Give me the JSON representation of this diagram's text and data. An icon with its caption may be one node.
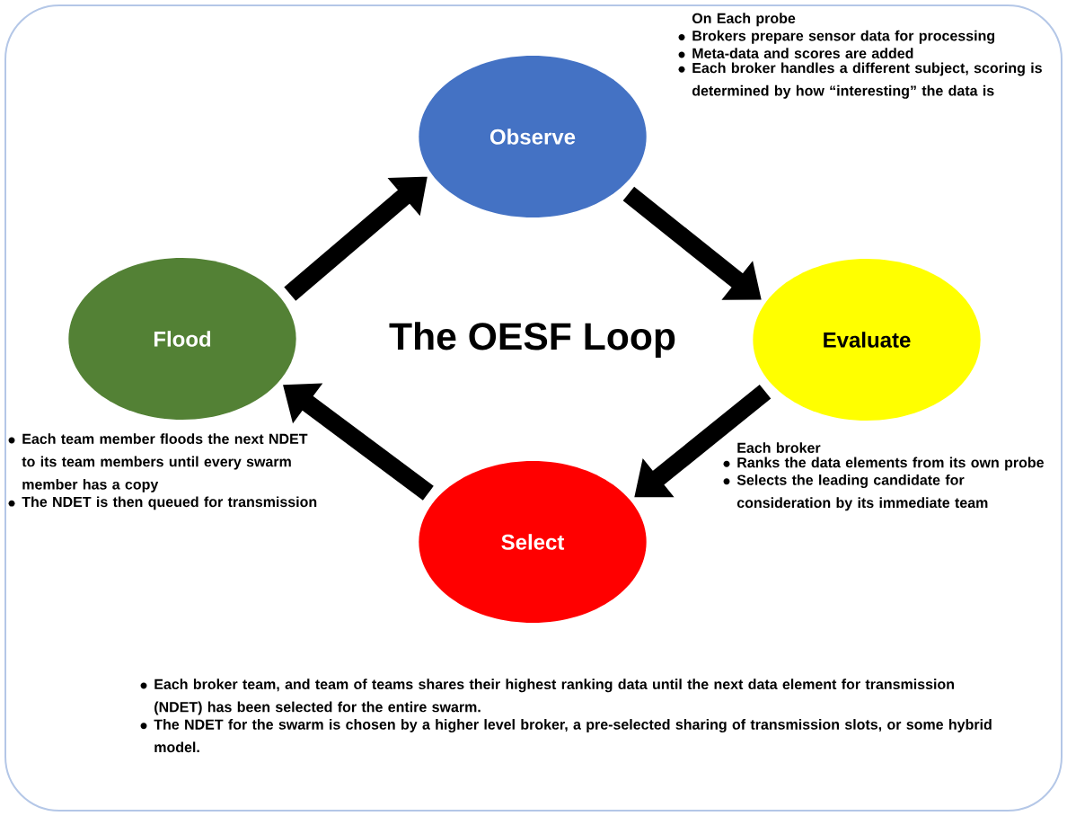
{
  "diagram": {
    "title": "The OESF Loop",
    "nodes": [
      {
        "text": [
          "Observe"
        ],
        "beside": [
          "On Each probe",
          "Brokers prepare sensor data for processing",
          "Meta-data and scores are added",
          "Each broker handles a different subject, scoring is determined by how “interesting” the data is"
        ]
      },
      {
        "text": [
          "Evaluate"
        ],
        "beside": [
          "Each broker",
          "Ranks the data elements from its own probe",
          "Selects the leading candidate for consideration by its immediate team"
        ]
      },
      {
        "text": [
          "Select"
        ]
      },
      {
        "text": [
          "Flood"
        ],
        "beside": [
          "Each team member floods the next NDET to its team members until every swarm member has a copy",
          "The NDET is then queued for transmission"
        ]
      }
    ],
    "edges": [
      {
        "from": 3,
        "to": 0,
        "arrow": "to"
      },
      {
        "from": 0,
        "to": 1,
        "arrow": "to"
      },
      {
        "from": 1,
        "to": 2,
        "arrow": "to"
      },
      {
        "from": 2,
        "to": 3,
        "arrow": "to"
      }
    ],
    "labels": [
      "Each broker team, and team of teams shares their highest ranking data until the next data element for transmission (NDET) has been selected for the entire swarm.",
      "The NDET for the swarm is chosen by a higher level broker, a pre-selected sharing of transmission slots, or some hybrid model."
    ]
  }
}
